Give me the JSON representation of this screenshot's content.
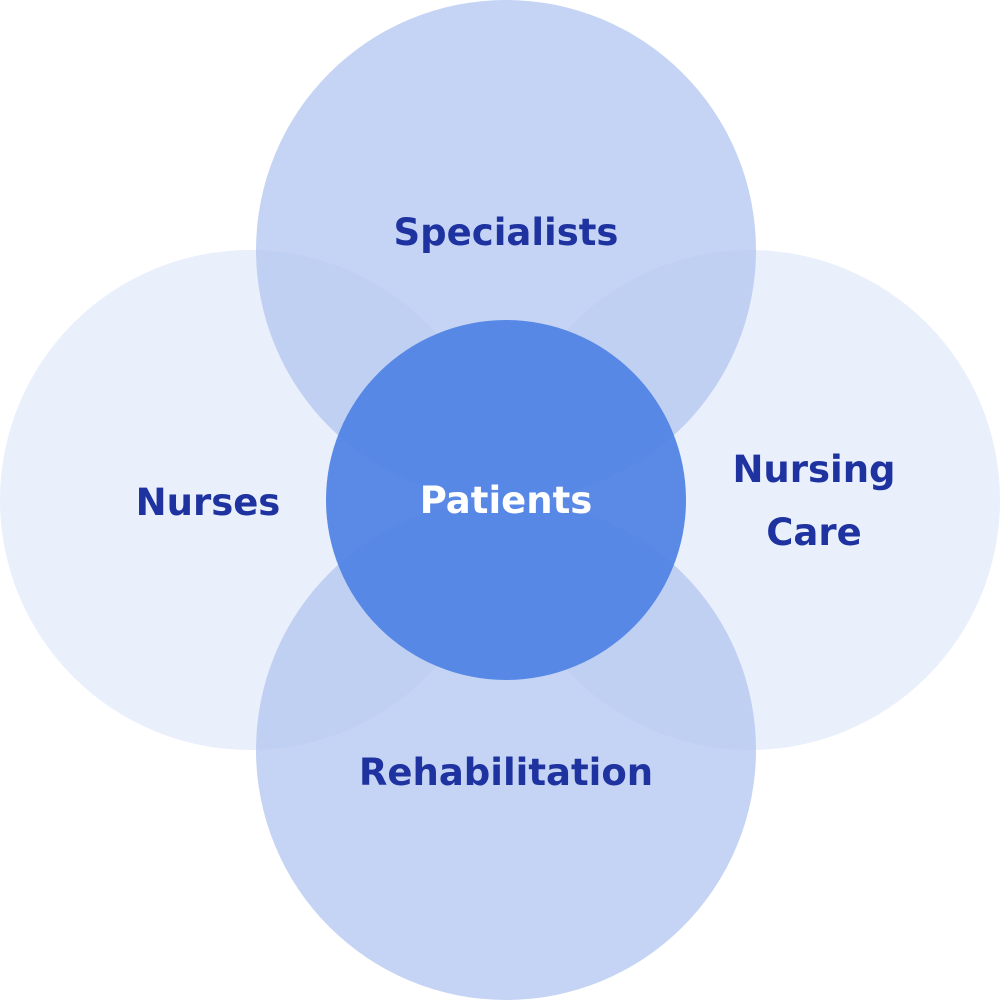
{
  "diagram": {
    "center": {
      "label": "Patients"
    },
    "circles": [
      {
        "label": "Specialists"
      },
      {
        "label": "Nurses"
      },
      {
        "label_line1": "Nursing",
        "label_line2": "Care"
      },
      {
        "label": "Rehabilitation"
      }
    ]
  },
  "colors": {
    "side_circle": "#e9effb",
    "vertical_circle": "#b2c6f0",
    "center_circle": "#4f82e3",
    "label_text": "#1e32a0",
    "center_text": "#ffffff"
  }
}
